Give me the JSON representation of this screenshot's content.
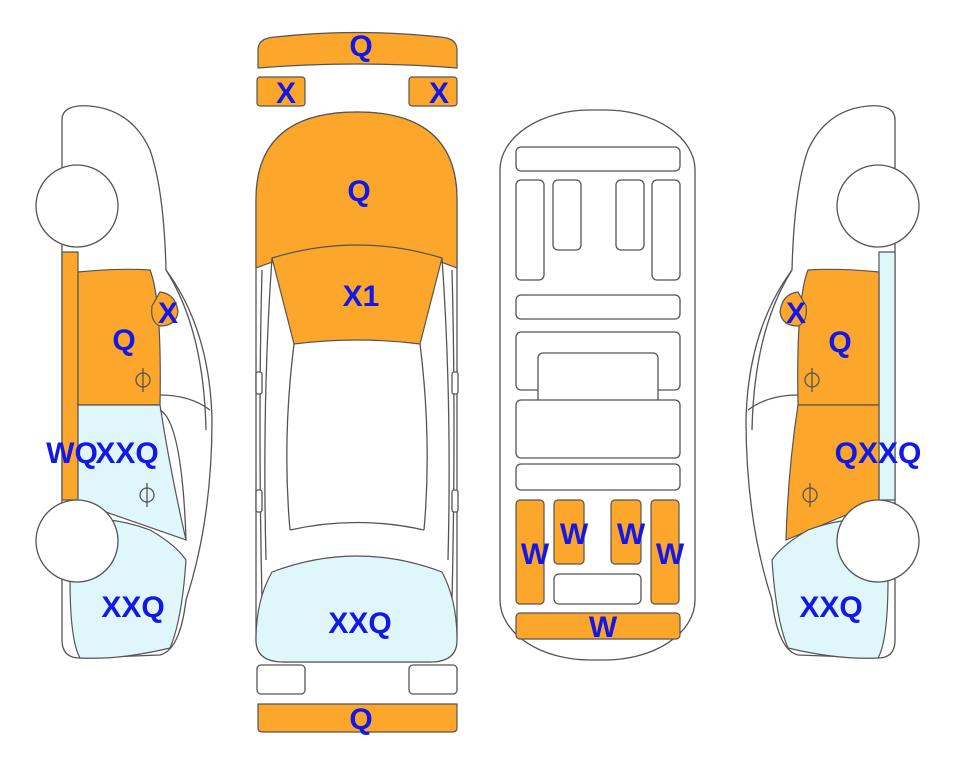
{
  "colors": {
    "damaged": "#FCA62B",
    "repaired": "#DFF6FB",
    "label": "#1418E6",
    "outline": "#555555"
  },
  "labels": {
    "front_bumper": "Q",
    "left_headlight": "X",
    "right_headlight": "X",
    "hood": "Q",
    "windshield": "X1",
    "rear_window": "XXQ",
    "rear_bumper": "Q",
    "left_front_door": "Q",
    "left_mirror": "X",
    "left_sill": "WQ",
    "left_rear_door": "XXQ",
    "left_quarter": "XXQ",
    "right_front_door": "Q",
    "right_mirror": "X",
    "right_rear_door": "QXXQ",
    "right_quarter": "XXQ",
    "floor_w1": "W",
    "floor_w2": "W",
    "floor_w3": "W",
    "floor_w4": "W",
    "floor_w5": "W"
  }
}
